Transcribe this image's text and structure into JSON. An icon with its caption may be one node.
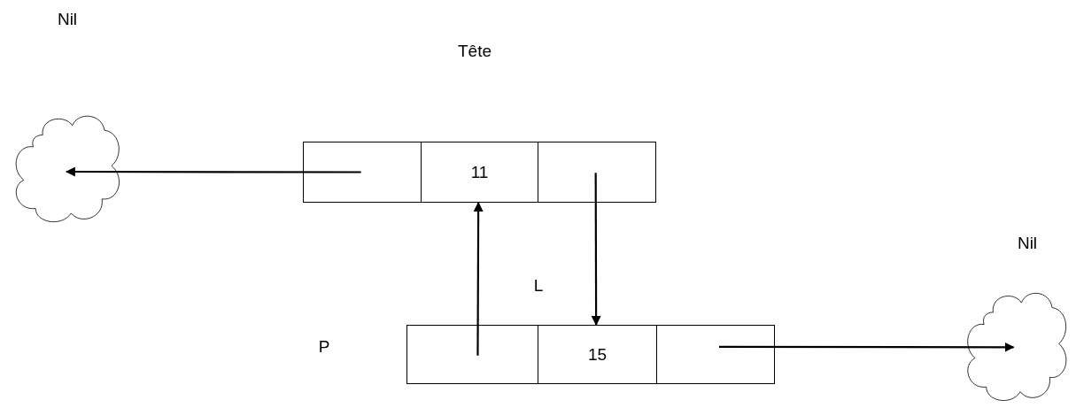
{
  "diagram": {
    "nodes": [
      {
        "text": [],
        "shape": "box"
      },
      {
        "text": [
          "11"
        ]
      },
      {
        "text": [],
        "shape": "box"
      },
      {
        "text": [],
        "shape": "box"
      },
      {
        "text": [
          "15"
        ]
      },
      {
        "text": [],
        "shape": "box"
      },
      {
        "text": [],
        "shape": "cloud"
      },
      {
        "text": [],
        "shape": "cloud"
      }
    ],
    "edges": [
      {
        "from": 0,
        "to": 6,
        "arrow": "to"
      },
      {
        "from": 3,
        "to": 1,
        "arrow": "to"
      },
      {
        "from": 2,
        "to": 4,
        "arrow": "to"
      },
      {
        "from": 5,
        "to": 7,
        "arrow": "to"
      }
    ],
    "labels": [
      "Nil",
      "Tête",
      "L",
      "P",
      "Nil"
    ]
  }
}
